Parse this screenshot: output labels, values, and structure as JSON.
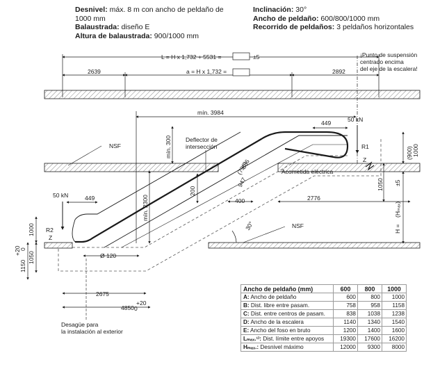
{
  "specs_left": [
    {
      "label": "Desnivel:",
      "value": "máx. 8 m con ancho de peldaño de"
    },
    {
      "label": "",
      "value": "1000 mm"
    },
    {
      "label": "Balaustrada:",
      "value": "diseño E"
    },
    {
      "label": "Altura de balaustrada:",
      "value": "900/1000 mm"
    }
  ],
  "specs_right": [
    {
      "label": "Inclinación:",
      "value": "30°"
    },
    {
      "label": "Ancho de peldaño:",
      "value": "600/800/1000 mm"
    },
    {
      "label": "Recorrido de peldaños:",
      "value": "3 peldaños horizontales"
    }
  ],
  "drawing": {
    "length_formula": "L = H x 1,732 + 5531 =",
    "length_tol": "±5",
    "a_formula": "a = H x 1,732 =",
    "dim_2639": "2639",
    "dim_2892": "2892",
    "suspension_note": [
      "¡Punto de suspensión",
      "centrado encima",
      "del eje de la escalera!"
    ],
    "min_3984": "mín. 3984",
    "dim_449_top": "449",
    "load_top": "50 kN",
    "r1": "R1",
    "z_top": "Z",
    "nsf_top": "NSF",
    "min_300": "mín. 300",
    "deflector": [
      "Deflector de",
      "intersección"
    ],
    "dim_886": "886",
    "dim_796": "(796)",
    "dim_900": "(900)",
    "dim_1000_r": "1000",
    "acometida": "Acometida eléctrica",
    "dim_200": "200",
    "dim_947": "947",
    "dim_1050_r": "1050",
    "pm5": "±5",
    "h_max": "(Hₘₐₓ)",
    "h_eq": "H =",
    "dim_400": "400",
    "dim_2776": "2776",
    "load_bottom": "50 kN",
    "dim_449_bottom": "449",
    "min_2300": "mín. 2300",
    "dim_1000_l": "1000",
    "r2": "R2",
    "z_bottom": "Z",
    "dim_1050_l": "1050",
    "dim_1150": "1150",
    "tol_1150": "+20",
    "tol_1150b": "0",
    "phi_120": "Ø 120",
    "angle": "30°",
    "nsf_bottom": "NSF",
    "dim_2675": "2675",
    "dim_4850": "4850",
    "tol_4850": "+20",
    "tol_4850b": "0",
    "drain": [
      "Desagüe para",
      "la instalación al exterior"
    ]
  },
  "table": {
    "header": [
      "Ancho de peldaño (mm)",
      "600",
      "800",
      "1000"
    ],
    "rows": [
      {
        "key": "A:",
        "label": "Ancho de peldaño",
        "values": [
          "600",
          "800",
          "1000"
        ]
      },
      {
        "key": "B:",
        "label": "Dist. libre entre pasam.",
        "values": [
          "758",
          "958",
          "1158"
        ]
      },
      {
        "key": "C:",
        "label": "Dist. entre centros de pasam.",
        "values": [
          "838",
          "1038",
          "1238"
        ]
      },
      {
        "key": "D:",
        "label": "Ancho de la escalera",
        "values": [
          "1140",
          "1340",
          "1540"
        ]
      },
      {
        "key": "E:",
        "label": "Ancho del foso en bruto",
        "values": [
          "1200",
          "1400",
          "1600"
        ]
      },
      {
        "key": "Lₘₐₓ.¹⁾:",
        "label": "Dist. límite entre apoyos",
        "values": [
          "19300",
          "17600",
          "16200"
        ]
      },
      {
        "key": "Hₘₐₓ.:",
        "label": "Desnivel máximo",
        "values": [
          "12000",
          "9300",
          "8000"
        ]
      }
    ]
  },
  "colors": {
    "line": "#1a1a1a",
    "hatch": "#9a9a9a",
    "dash": "#555555"
  }
}
